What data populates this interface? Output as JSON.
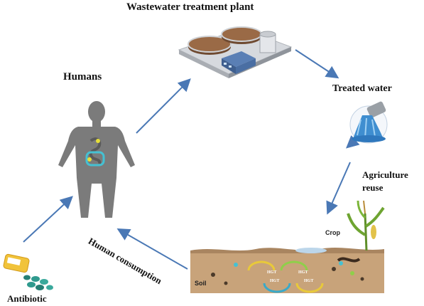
{
  "title": "Wastewater treatment plant",
  "labels": {
    "humans": "Humans",
    "treated_water": "Treated water",
    "agriculture_reuse": "Agriculture reuse",
    "human_consumption": "Human consumption",
    "antibiotic": "Antibiotic",
    "crop": "Crop",
    "soil": "Soil",
    "hgt": "HGT"
  },
  "colors": {
    "arrow": "#4a78b5",
    "human": "#7b7b7b",
    "soil": "#c8a37a",
    "water": "#3f8ed0",
    "tank": "#8a6244",
    "building": "#4f6fa0"
  }
}
